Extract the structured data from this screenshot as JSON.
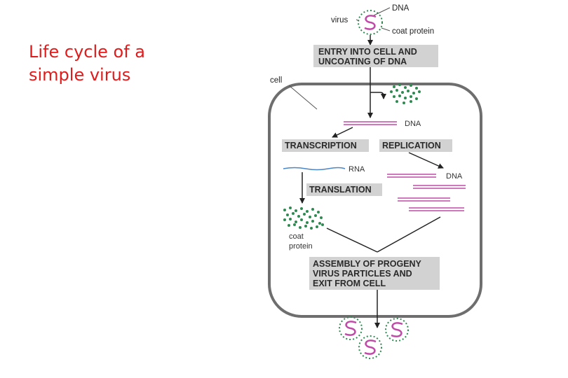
{
  "slide": {
    "title_line1": "Life cycle of a",
    "title_line2": "simple virus"
  },
  "diagram": {
    "virus_label": "virus",
    "dna_label_top": "DNA",
    "coat_protein_label_top": "coat protein",
    "cell_label": "cell",
    "entry_box": [
      "ENTRY INTO CELL AND",
      "UNCOATING OF DNA"
    ],
    "dna_label_mid": "DNA",
    "transcription": "TRANSCRIPTION",
    "replication": "REPLICATION",
    "rna_label": "RNA",
    "dna_label_right": "DNA",
    "translation": "TRANSLATION",
    "coat_protein_label_bottom": [
      "coat",
      "protein"
    ],
    "assembly_box": [
      "ASSEMBLY OF PROGENY",
      "VIRUS PARTICLES AND",
      "EXIT FROM CELL"
    ]
  },
  "colors": {
    "title": "#e01b1b",
    "cell_wall": "#6e6e6e",
    "box_fill": "#d2d2d2",
    "dna": "#c04aa8",
    "rna": "#4a86c8",
    "coat_protein": "#2f8a52"
  }
}
